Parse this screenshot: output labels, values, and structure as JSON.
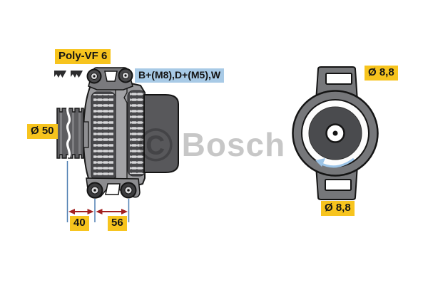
{
  "watermark": {
    "symbol": "©",
    "brand": "Bosch"
  },
  "side_view": {
    "belt_type": "Poly-VF 6",
    "terminals": "B+(M8),D+(M5),W",
    "pulley_diameter": "Ø 50",
    "dim_front": "40",
    "dim_rear": "56"
  },
  "rear_view": {
    "hole_top": "Ø 8,8",
    "hole_bottom": "Ø 8,8"
  },
  "icons": {
    "belt_profile": "v-ribbed-belt-cross-section",
    "rotation_arrow": "counterclockwise-rotation-arrow"
  },
  "colors": {
    "label_yellow": "#F7C41E",
    "label_blue": "#A8CAE6",
    "dimension_line_blue": "#4F7FB2",
    "dimension_arrow_red": "#A32020",
    "rotation_arrow_blue": "#9CC4E7",
    "body_gray": "#98989B",
    "dark_gray": "#58585B",
    "watermark_gray": "#C6C6C6"
  }
}
